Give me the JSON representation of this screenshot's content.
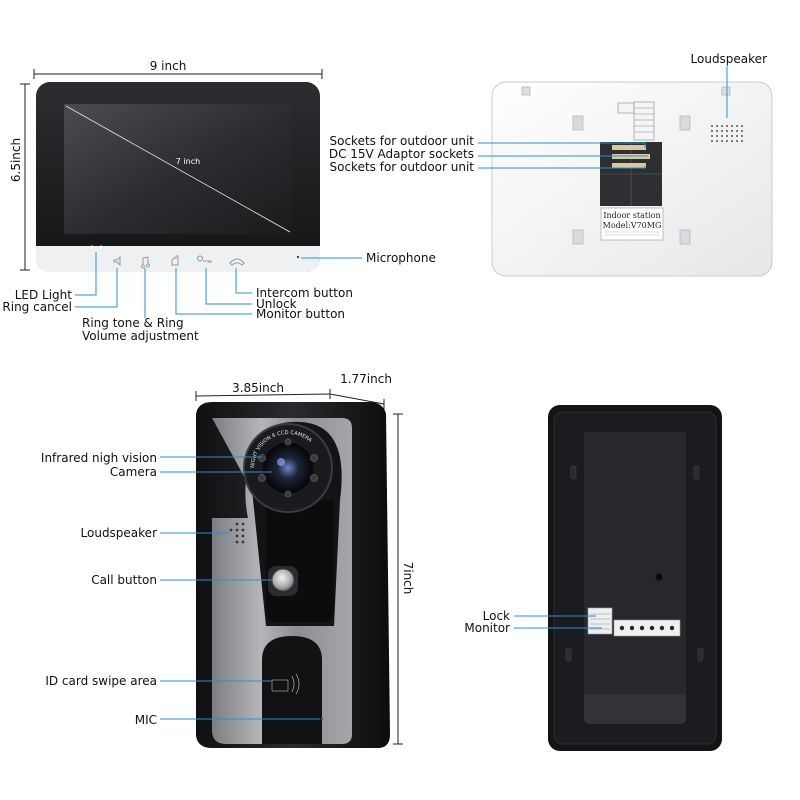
{
  "monitor_front": {
    "width_label": "9 inch",
    "height_label": "6.5inch",
    "diagonal_label": "7 inch",
    "callouts": {
      "microphone": "Microphone",
      "led_light": "LED Light",
      "ring_cancel": "Ring cancel",
      "ring_tone_1": "Ring tone & Ring",
      "ring_tone_2": "Volume adjustment",
      "intercom": "Intercom button",
      "unlock": "Unlock",
      "monitor": "Monitor button"
    }
  },
  "monitor_back": {
    "callouts": {
      "loudspeaker": "Loudspeaker",
      "sockets_1": "Sockets for outdoor unit",
      "dc_adaptor": "DC 15V Adaptor sockets",
      "sockets_2": "Sockets for outdoor unit"
    },
    "sticker_title": "Indoor station",
    "sticker_model": "Model:V70MG"
  },
  "doorbell_front": {
    "width_label": "3.85inch",
    "depth_label": "1.77inch",
    "height_label": "7inch",
    "ring_text": "NIGHT VISION 6 CCD CAMERA",
    "callouts": {
      "infrared": "Infrared nigh vision",
      "camera": "Camera",
      "loudspeaker": "Loudspeaker",
      "call_button": "Call button",
      "id_card": "ID card swipe area",
      "mic": "MIC"
    }
  },
  "doorbell_back": {
    "callouts": {
      "lock": "Lock",
      "monitor": "Monitor"
    }
  },
  "colors": {
    "leader": "#2b8fd6",
    "dimension": "#222222",
    "bezel": "#1a1a1a",
    "panel": "#8e9093"
  }
}
